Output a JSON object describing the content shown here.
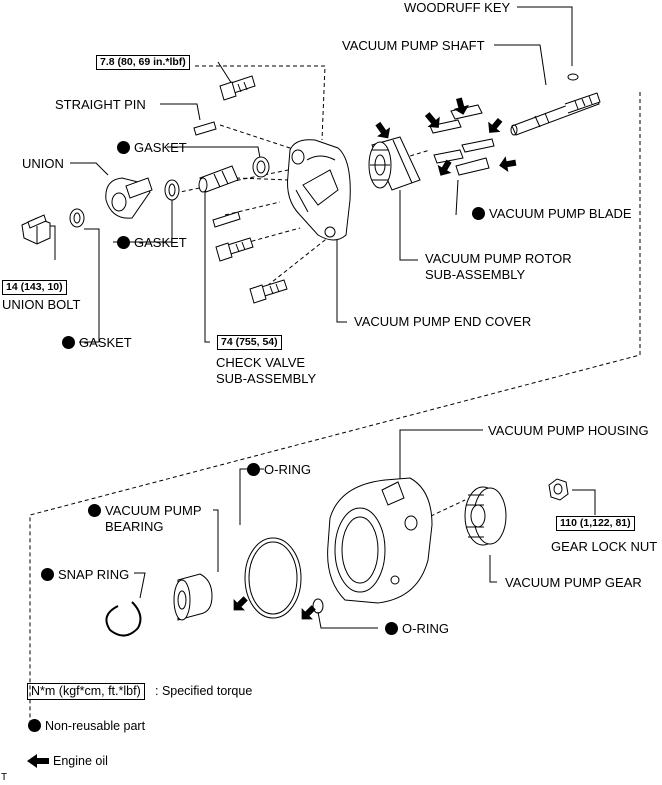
{
  "labels": {
    "woodruff_key": "WOODRUFF KEY",
    "vacuum_pump_shaft": "VACUUM PUMP SHAFT",
    "straight_pin": "STRAIGHT PIN",
    "gasket_top": "GASKET",
    "union": "UNION",
    "gasket_mid": "GASKET",
    "union_bolt": "UNION BOLT",
    "gasket_bottom": "GASKET",
    "vacuum_pump_blade": "VACUUM PUMP BLADE",
    "rotor_line1": "VACUUM PUMP ROTOR",
    "rotor_line2": "SUB-ASSEMBLY",
    "end_cover": "VACUUM PUMP END COVER",
    "check_valve_line1": "CHECK VALVE",
    "check_valve_line2": "SUB-ASSEMBLY",
    "housing": "VACUUM PUMP HOUSING",
    "o_ring_top": "O-RING",
    "bearing_line1": "VACUUM PUMP",
    "bearing_line2": "BEARING",
    "snap_ring": "SNAP RING",
    "gear": "VACUUM PUMP GEAR",
    "gear_lock_nut": "GEAR LOCK NUT",
    "o_ring_bottom": "O-RING"
  },
  "torques": {
    "end_cover_bolt": "7.8 (80, 69 in.*lbf)",
    "union_bolt": "14 (143, 10)",
    "check_valve": "74 (755, 54)",
    "gear_lock_nut": "110 (1,122, 81)"
  },
  "legend": {
    "torque_box": "N*m (kgf*cm, ft.*lbf)",
    "torque_text": ": Specified torque",
    "nonreusable_text": "Non-reusable part",
    "oil_text": "Engine oil"
  },
  "footer_mark": "T"
}
